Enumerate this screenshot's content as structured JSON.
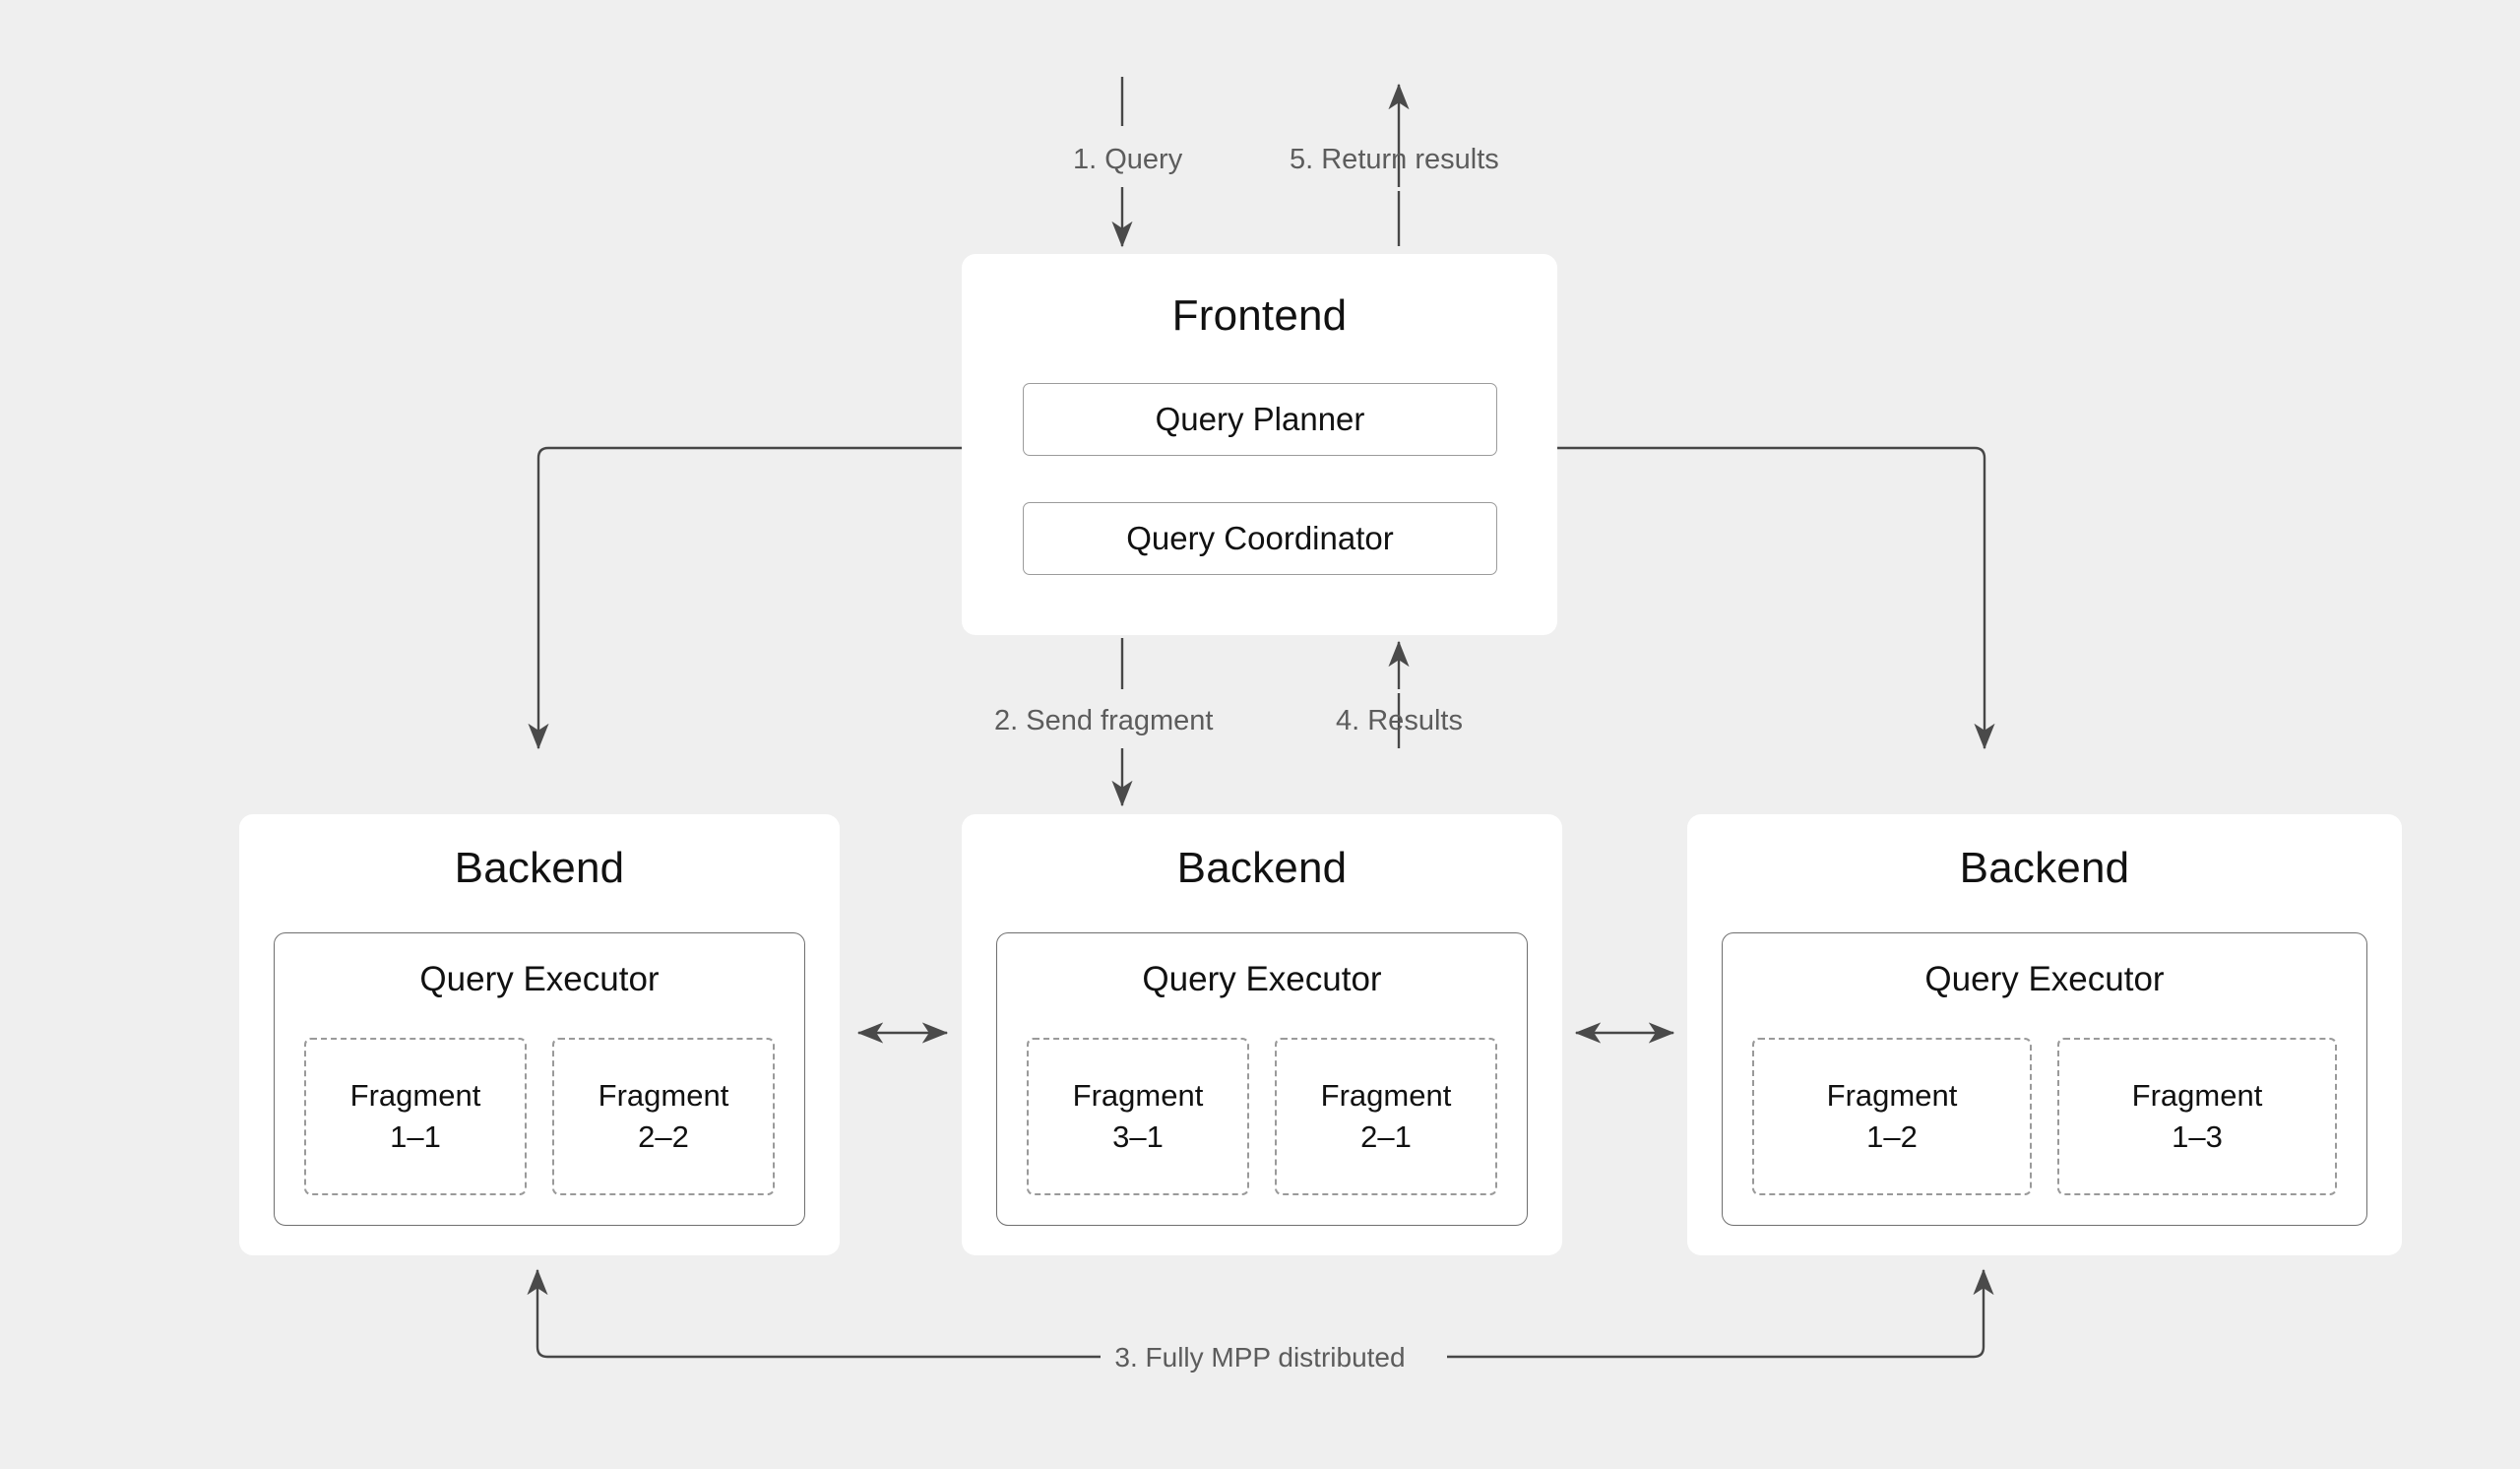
{
  "diagram": {
    "type": "architecture-flow",
    "background_color": "#efefef",
    "node_color": "#ffffff",
    "line_color": "#474747",
    "label_color": "#5c5c5c",
    "frontend": {
      "title": "Frontend",
      "components": [
        {
          "label": "Query Planner"
        },
        {
          "label": "Query Coordinator"
        }
      ]
    },
    "backends": [
      {
        "title": "Backend",
        "executor": "Query Executor",
        "fragments": [
          {
            "name": "Fragment",
            "id": "1–1"
          },
          {
            "name": "Fragment",
            "id": "2–2"
          }
        ]
      },
      {
        "title": "Backend",
        "executor": "Query Executor",
        "fragments": [
          {
            "name": "Fragment",
            "id": "3–1"
          },
          {
            "name": "Fragment",
            "id": "2–1"
          }
        ]
      },
      {
        "title": "Backend",
        "executor": "Query Executor",
        "fragments": [
          {
            "name": "Fragment",
            "id": "1–2"
          },
          {
            "name": "Fragment",
            "id": "1–3"
          }
        ]
      }
    ],
    "edges": [
      {
        "key": "query",
        "label": "1. Query"
      },
      {
        "key": "send_fragment",
        "label": "2. Send fragment"
      },
      {
        "key": "mpp",
        "label": "3. Fully MPP distributed"
      },
      {
        "key": "results",
        "label": "4. Results"
      },
      {
        "key": "return_results",
        "label": "5. Return results"
      }
    ]
  }
}
